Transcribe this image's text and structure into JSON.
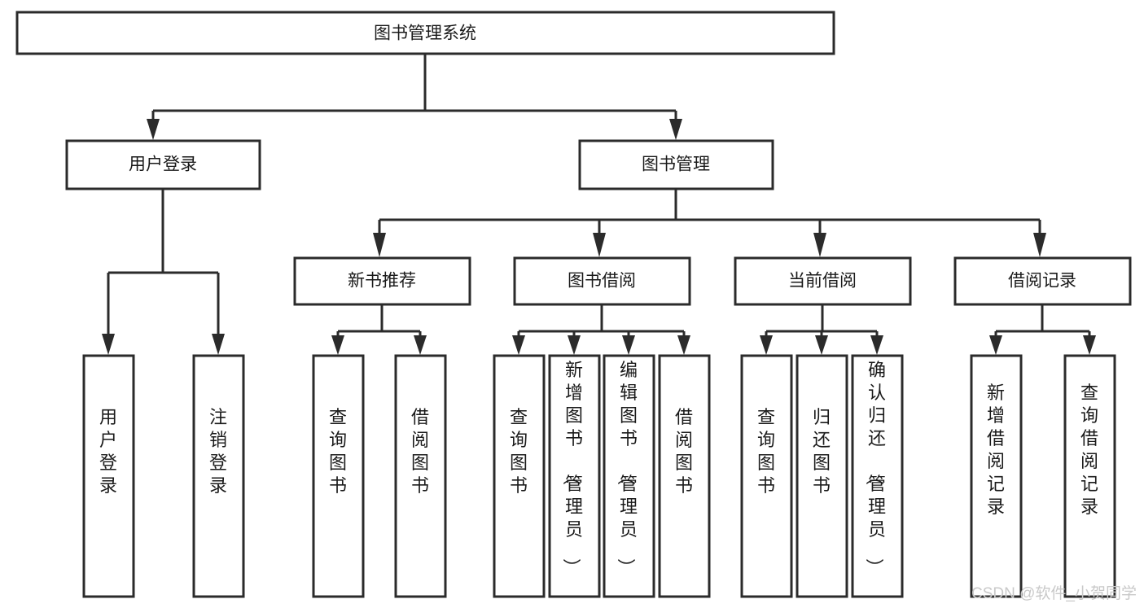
{
  "diagram": {
    "type": "tree-hierarchy",
    "orientation": "top-down",
    "title": "图书管理系统",
    "root": {
      "id": "root",
      "label": "图书管理系统"
    },
    "level2": [
      {
        "id": "user-login",
        "label": "用户登录"
      },
      {
        "id": "book-manage",
        "label": "图书管理"
      }
    ],
    "level3": [
      {
        "id": "new-book-recommend",
        "label": "新书推荐",
        "parent": "book-manage"
      },
      {
        "id": "book-borrow",
        "label": "图书借阅",
        "parent": "book-manage"
      },
      {
        "id": "current-borrow",
        "label": "当前借阅",
        "parent": "book-manage"
      },
      {
        "id": "borrow-record",
        "label": "借阅记录",
        "parent": "book-manage"
      }
    ],
    "leaves": {
      "user-login": [
        {
          "id": "leaf-user-login",
          "label": "用户登录"
        },
        {
          "id": "leaf-user-logout",
          "label": "注销登录"
        }
      ],
      "new-book-recommend": [
        {
          "id": "leaf-query-book-1",
          "label": "查询图书"
        },
        {
          "id": "leaf-borrow-book-1",
          "label": "借阅图书"
        }
      ],
      "book-borrow": [
        {
          "id": "leaf-query-book-2",
          "label": "查询图书"
        },
        {
          "id": "leaf-add-book",
          "label": "新增图书（管理员）"
        },
        {
          "id": "leaf-edit-book",
          "label": "编辑图书（管理员）"
        },
        {
          "id": "leaf-borrow-book-2",
          "label": "借阅图书"
        }
      ],
      "current-borrow": [
        {
          "id": "leaf-query-book-3",
          "label": "查询图书"
        },
        {
          "id": "leaf-return-book",
          "label": "归还图书"
        },
        {
          "id": "leaf-confirm-return",
          "label": "确认归还（管理员）"
        }
      ],
      "borrow-record": [
        {
          "id": "leaf-add-record",
          "label": "新增借阅记录"
        },
        {
          "id": "leaf-query-record",
          "label": "查询借阅记录"
        }
      ]
    },
    "colors": {
      "box_fill": "#ffffff",
      "box_stroke": "#2b2b2b",
      "text": "#1a1a1a",
      "background": "#ffffff",
      "watermark": "#c9c9c9"
    }
  },
  "watermark": {
    "text": "CSDN @软件_小贺同学"
  }
}
